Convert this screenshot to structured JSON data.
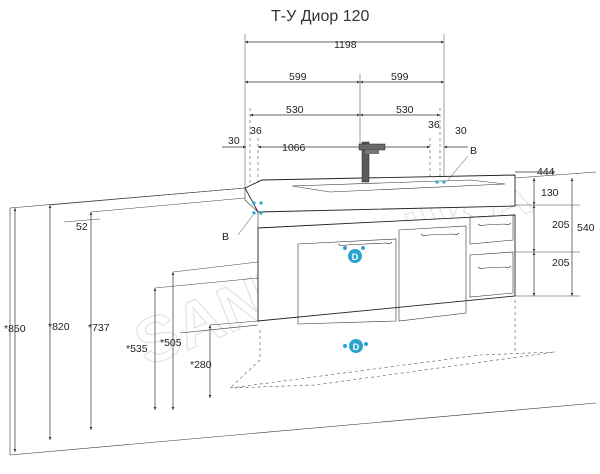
{
  "title": "Т-У Диор 120",
  "watermark": "SANTEHNIKA",
  "marker_b": "B",
  "marker_d": "D",
  "accent_color": "#29a3cc",
  "dimensions": {
    "d1198": "1198",
    "d599_left": "599",
    "d599_right": "599",
    "d530_left": "530",
    "d530_right": "530",
    "d36_left": "36",
    "d36_right": "36",
    "d30_left": "30",
    "d30_right": "30",
    "d1066": "1066",
    "d444": "444",
    "d130": "130",
    "d205_top": "205",
    "d205_bottom": "205",
    "d540": "540",
    "d52": "52",
    "d850": "*850",
    "d820": "*820",
    "d737": "*737",
    "d535": "*535",
    "d505": "*505",
    "d280": "*280"
  }
}
